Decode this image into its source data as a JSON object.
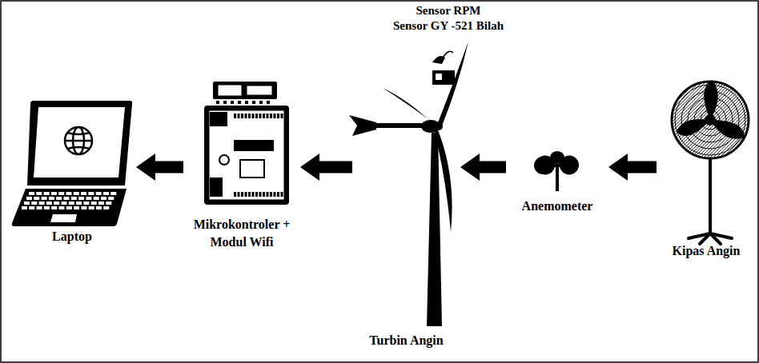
{
  "diagram": {
    "nodes": [
      {
        "text": [
          "Laptop"
        ]
      },
      {
        "text": [
          "Mikrokontroler + Modul Wifi"
        ]
      },
      {
        "text": [
          "Turbin Angin"
        ]
      },
      {
        "text": [
          "Anemometer"
        ]
      },
      {
        "text": [
          "Kipas Angin"
        ]
      }
    ],
    "edges": [
      {
        "from": 4,
        "to": 3,
        "arrow": "to"
      },
      {
        "from": 3,
        "to": 2,
        "arrow": "to"
      },
      {
        "from": 2,
        "to": 1,
        "arrow": "to"
      },
      {
        "from": 1,
        "to": 0,
        "arrow": "to"
      }
    ],
    "labels": [
      "Sensor RPM",
      "Sensor GY -521 Bilah"
    ]
  }
}
